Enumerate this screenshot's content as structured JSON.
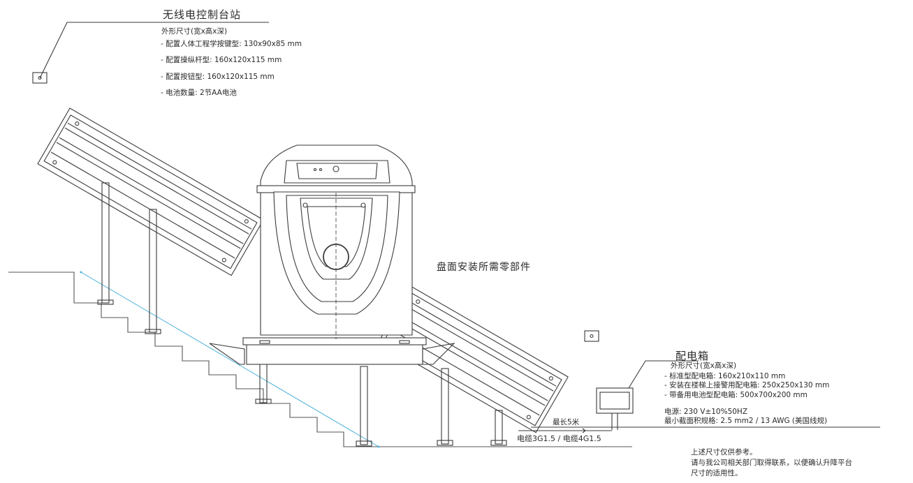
{
  "remote_station": {
    "title": "无线电控制台站",
    "subtitle": "外形尺寸(宽x高x深)",
    "items": [
      "- 配置人体工程学按键型: 130x90x85 mm",
      "- 配置操纵杆型: 160x120x115 mm",
      "- 配置按钮型: 160x120x115 mm",
      "- 电池数量: 2节AA电池"
    ]
  },
  "center_label": "盘面安装所需零部件",
  "distribution_box": {
    "title": "配电箱",
    "subtitle": "外形尺寸(宽x高x深)",
    "items": [
      "- 标准型配电箱: 160x210x110 mm",
      "- 安装在楼梯上接警用配电箱: 250x250x130 mm",
      "- 带备用电池型配电箱: 500x700x200 mm"
    ],
    "power": "电源: 230 V±10%50HZ",
    "cable_spec": "最小截面积规格: 2.5 mm2 / 13 AWG (美国线规)"
  },
  "cable": {
    "max_length": "最长5米",
    "type": "电缆3G1.5 / 电缆4G1.5"
  },
  "note": [
    "上述尺寸仅供参考。",
    "请与我公司相关部门取得联系，以便确认升降平台",
    "尺寸的适用性。"
  ],
  "colors": {
    "line": "#3a3a3a",
    "accent": "#4fb3d9"
  }
}
